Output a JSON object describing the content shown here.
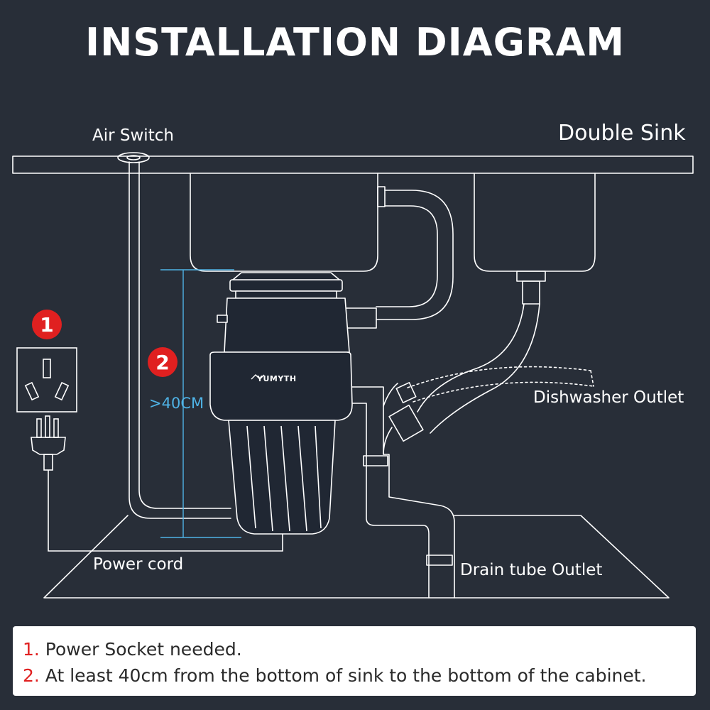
{
  "title": "INSTALLATION DIAGRAM",
  "labels": {
    "air_switch": "Air Switch",
    "double_sink": "Double Sink",
    "dishwasher_outlet": "Dishwasher Outlet",
    "power_cord": "Power cord",
    "drain_tube_outlet": "Drain tube Outlet",
    "distance": ">40CM",
    "brand": "YUMYTH"
  },
  "markers": {
    "one": "1",
    "two": "2"
  },
  "notes": [
    {
      "num": "1.",
      "text": " Power Socket needed."
    },
    {
      "num": "2.",
      "text": " At least 40cm from the bottom of sink to the bottom of the cabinet."
    }
  ],
  "colors": {
    "background": "#282e38",
    "line": "#ffffff",
    "marker_red": "#e02020",
    "dimension_blue": "#4fb3e6",
    "device_body": "#202733"
  },
  "icons": [
    "power-socket-icon",
    "power-plug-icon",
    "yumyth-logo-icon"
  ]
}
